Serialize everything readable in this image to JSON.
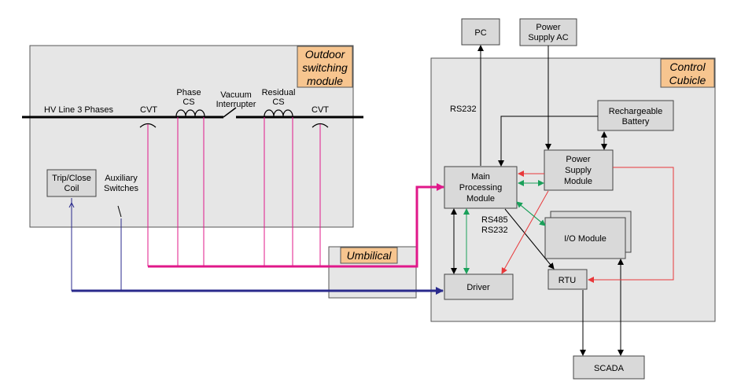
{
  "outdoor": {
    "title_line1": "Outdoor",
    "title_line2": "switching",
    "title_line3": "module"
  },
  "control": {
    "title_line1": "Control",
    "title_line2": "Cubicle"
  },
  "umbilical": {
    "title": "Umbilical"
  },
  "labels": {
    "hv_line": "HV Line 3 Phases",
    "cvt_left": "CVT",
    "cvt_right": "CVT",
    "phase_cs_1": "Phase",
    "phase_cs_2": "CS",
    "vacuum_1": "Vacuum",
    "vacuum_2": "Interrupter",
    "residual_cs_1": "Residual",
    "residual_cs_2": "CS",
    "aux_1": "Auxiliary",
    "aux_2": "Switches",
    "rs232_top": "RS232",
    "rs485": "RS485",
    "rs232_bottom": "RS232"
  },
  "blocks": {
    "pc": "PC",
    "power_ac_1": "Power",
    "power_ac_2": "Supply AC",
    "battery_1": "Rechargeable",
    "battery_2": "Battery",
    "psm_1": "Power",
    "psm_2": "Supply",
    "psm_3": "Module",
    "main_1": "Main",
    "main_2": "Processing",
    "main_3": "Module",
    "io": "I/O Module",
    "driver": "Driver",
    "rtu": "RTU",
    "scada": "SCADA",
    "trip_1": "Trip/Close",
    "trip_2": "Coil"
  },
  "colors": {
    "panel_fill": "#e6e6e6",
    "block_fill": "#d9d9d9",
    "title_fill": "#f7c58f",
    "magenta": "#e0188a",
    "blue": "#2a2a8c",
    "red": "#e8383a",
    "green": "#1aa05a"
  }
}
